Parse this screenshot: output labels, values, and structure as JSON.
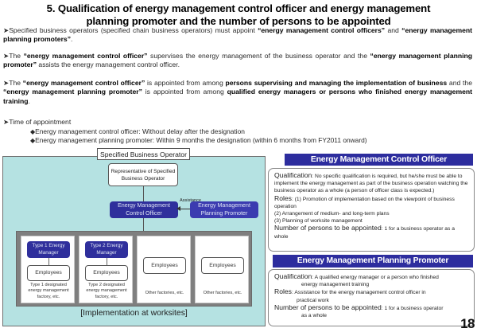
{
  "slide": {
    "title_line1": "5. Qualification of energy management control officer and energy management",
    "title_line2": "planning promoter and the number of persons to be appointed",
    "page_number": "18"
  },
  "bullets": {
    "marker": "➤",
    "diamond": "◆",
    "p1_a": "Specified business operators (specified chain business operators) must appoint ",
    "p1_b": "“energy management control officers”",
    "p1_c": " and ",
    "p1_d": "“energy management planning promoters”",
    "p1_e": ".",
    "p2_a": "The ",
    "p2_b": "“energy management control officer”",
    "p2_c": " supervises the energy management of the business operator and the ",
    "p2_d": "“energy management planning promoter”",
    "p2_e": " assists the energy management control officer.",
    "p3_a": "The ",
    "p3_b": "“energy management control officer”",
    "p3_c": " is appointed from among ",
    "p3_d": "persons supervising and managing the implementation of business",
    "p3_e": " and the ",
    "p3_f": "“energy management planning promoter”",
    "p3_g": " is appointed from among ",
    "p3_h": "qualified energy managers or persons who finished energy management training",
    "p3_i": ".",
    "p4": "Time of appointment",
    "s1": "Energy management control officer: Without delay after the designation",
    "s2": "Energy management planning promoter: Within 9 months the designation (within 6 months from FY2011 onward)"
  },
  "diagram": {
    "specified_business_operator": "Specified Business Operator",
    "representative": "Representative of Specified Business Operator",
    "control_officer": "Energy Management Control Officer",
    "planning_promoter": "Energy Management Planning Promoter",
    "assistance_label": "Assistance",
    "worksites_caption": "[Implementation at worksites]",
    "cells": [
      {
        "manager": "Type 1 Energy Manager",
        "employees": "Employees",
        "caption": "Type 1 designated energy management factory, etc."
      },
      {
        "manager": "Type 2 Energy Manager",
        "employees": "Employees",
        "caption": "Type 2 designated energy management factory, etc."
      },
      {
        "manager": "",
        "employees": "Employees",
        "caption": "Other factories, etc."
      },
      {
        "manager": "",
        "employees": "Employees",
        "caption": "Other factories, etc."
      }
    ]
  },
  "panels": {
    "officer": {
      "heading": "Energy Management Control Officer",
      "qualification_label": "Qualification",
      "qualification_text": ": No specific qualification is required, but he/she must be able to implement the energy management as part of the business operation watching the business operator as a whole (a person of officer class is expected.)",
      "roles_label": "Roles",
      "roles_text": ": (1) Promotion of implementation based on the viewpoint of business operation",
      "role2": "(2) Arrangement of medium- and long-term plans",
      "role3": "(3) Planning of worksite management",
      "number_label": "Number of persons to be appointed",
      "number_text": ": 1 for a business operator as a whole"
    },
    "promoter": {
      "heading": "Energy Management Planning Promoter",
      "qualification_label": "Qualification",
      "qualification_text": ": A qualified energy manager or a person who finished",
      "qualification_text2": "energy management training",
      "roles_label": "Roles",
      "roles_text": ": Assistance for the energy management control officer in",
      "roles_text2": "practical work",
      "number_label": "Number of persons to be appointed",
      "number_text": ": 1 for a business operator",
      "number_text2": "as a whole"
    }
  },
  "colors": {
    "panel_blue": "#2d2d9e",
    "diagram_bg": "#b5e2e2",
    "worksite_gray": "#7f7f7f",
    "box_navy": "#2f2f9c"
  }
}
